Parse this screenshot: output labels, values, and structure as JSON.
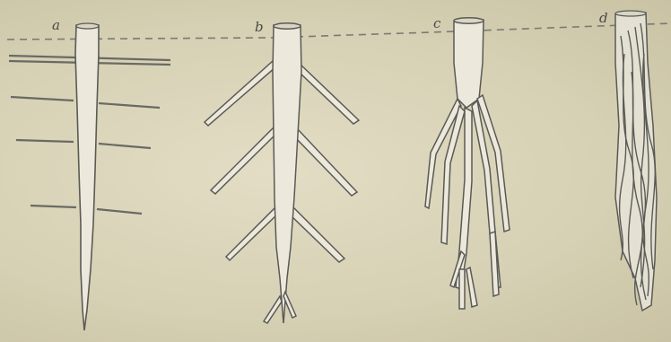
{
  "figure": {
    "labels": [
      "a",
      "b",
      "c",
      "d"
    ],
    "colors": {
      "paper": "#d8d3b8",
      "root_fill": "#ece9dc",
      "ink": "#5a5a55",
      "dashed_line": "#7a7a74"
    },
    "icons": {
      "a": "taproot-with-horizontal-lines",
      "b": "taproot-with-lateral-branches",
      "c": "branching-root",
      "d": "fibrous-root-bundle"
    }
  }
}
